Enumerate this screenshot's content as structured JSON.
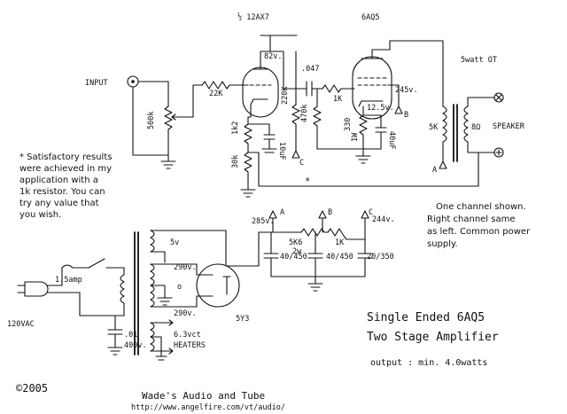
{
  "tubes": {
    "v1_label": "½ 12AX7",
    "v2_label": "6AQ5",
    "rect_label": "5Y3"
  },
  "labels": {
    "input": "INPUT",
    "pot": "500k",
    "r22k": "22K",
    "plate1_v": "82v.",
    "r220k": "220K",
    "r1k2": "1k2",
    "r30k": "30k",
    "c10uf": "10uF",
    "c047": ".047",
    "r470k": "470k",
    "r1k": "1K",
    "r330": "330",
    "r1w": "1W",
    "v12_5": "12.5v.",
    "c40uf": "40uF",
    "v245": "245v.",
    "r5k": "5K",
    "ohm8": "8Ω",
    "speaker": "SPEAKER",
    "ot": "5watt OT",
    "node_a": "A",
    "node_b": "B",
    "node_c": "C",
    "v285": "285v.",
    "v244": "244v.",
    "r5k6": "5K6",
    "r2w": "2w",
    "r1k_b": "1K",
    "cap1": "40/450",
    "cap2": "40/450",
    "cap3": "20/350",
    "t5v": "5v",
    "t290a": "290v.",
    "t290b": "290v.",
    "t63": "6.3vct",
    "heaters": "HEATERS",
    "fuse": "1.5amp",
    "mains": "120VAC",
    "c01": ".01",
    "c400": "400v.",
    "star": "*",
    "o_mark": "o"
  },
  "notes": {
    "star_note": [
      "* Satisfactory results",
      "were achieved in my",
      "application with a",
      "1k resistor. You can",
      "try any value that",
      "you wish."
    ],
    "channel_note": [
      "One channel shown.",
      "Right channel same",
      "as left. Common power",
      "supply."
    ]
  },
  "title": {
    "line1": "Single Ended 6AQ5",
    "line2": "Two Stage Amplifier",
    "line3": "output : min. 4.0watts"
  },
  "footer": {
    "copyright": "©2005",
    "brand": "Wade's Audio and Tube",
    "url": "http://www.angelfire.com/vt/audio/"
  }
}
